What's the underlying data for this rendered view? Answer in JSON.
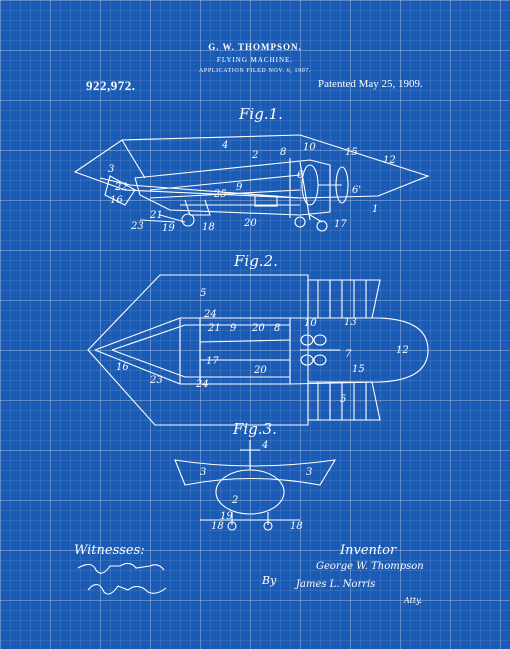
{
  "header": {
    "inventor": "G. W. THOMPSON.",
    "title": "FLYING MACHINE.",
    "filed": "APPLICATION FILED NOV. 6, 1907.",
    "patent_number": "922,972.",
    "patent_date": "Patented May 25, 1909."
  },
  "figures": [
    {
      "label": "Fig.1."
    },
    {
      "label": "Fig.2."
    },
    {
      "label": "Fig.3."
    }
  ],
  "fig1_refs": [
    "4",
    "2",
    "8",
    "10",
    "15",
    "12",
    "3",
    "22",
    "25",
    "9",
    "6",
    "6'",
    "16",
    "21",
    "23",
    "19",
    "18",
    "20",
    "17",
    "1"
  ],
  "fig2_refs": [
    "5",
    "24",
    "21",
    "9",
    "20",
    "8",
    "10",
    "13",
    "7",
    "12",
    "16",
    "23",
    "24",
    "17",
    "20",
    "15",
    "5"
  ],
  "fig3_refs": [
    "4",
    "3",
    "3",
    "2",
    "19",
    "18",
    "18"
  ],
  "footer": {
    "witnesses_label": "Witnesses:",
    "inventor_label": "Inventor",
    "inventor_signature": "George W. Thompson",
    "by_label": "By",
    "attorney_signature": "James L. Norris",
    "atty_label": "Atty."
  }
}
